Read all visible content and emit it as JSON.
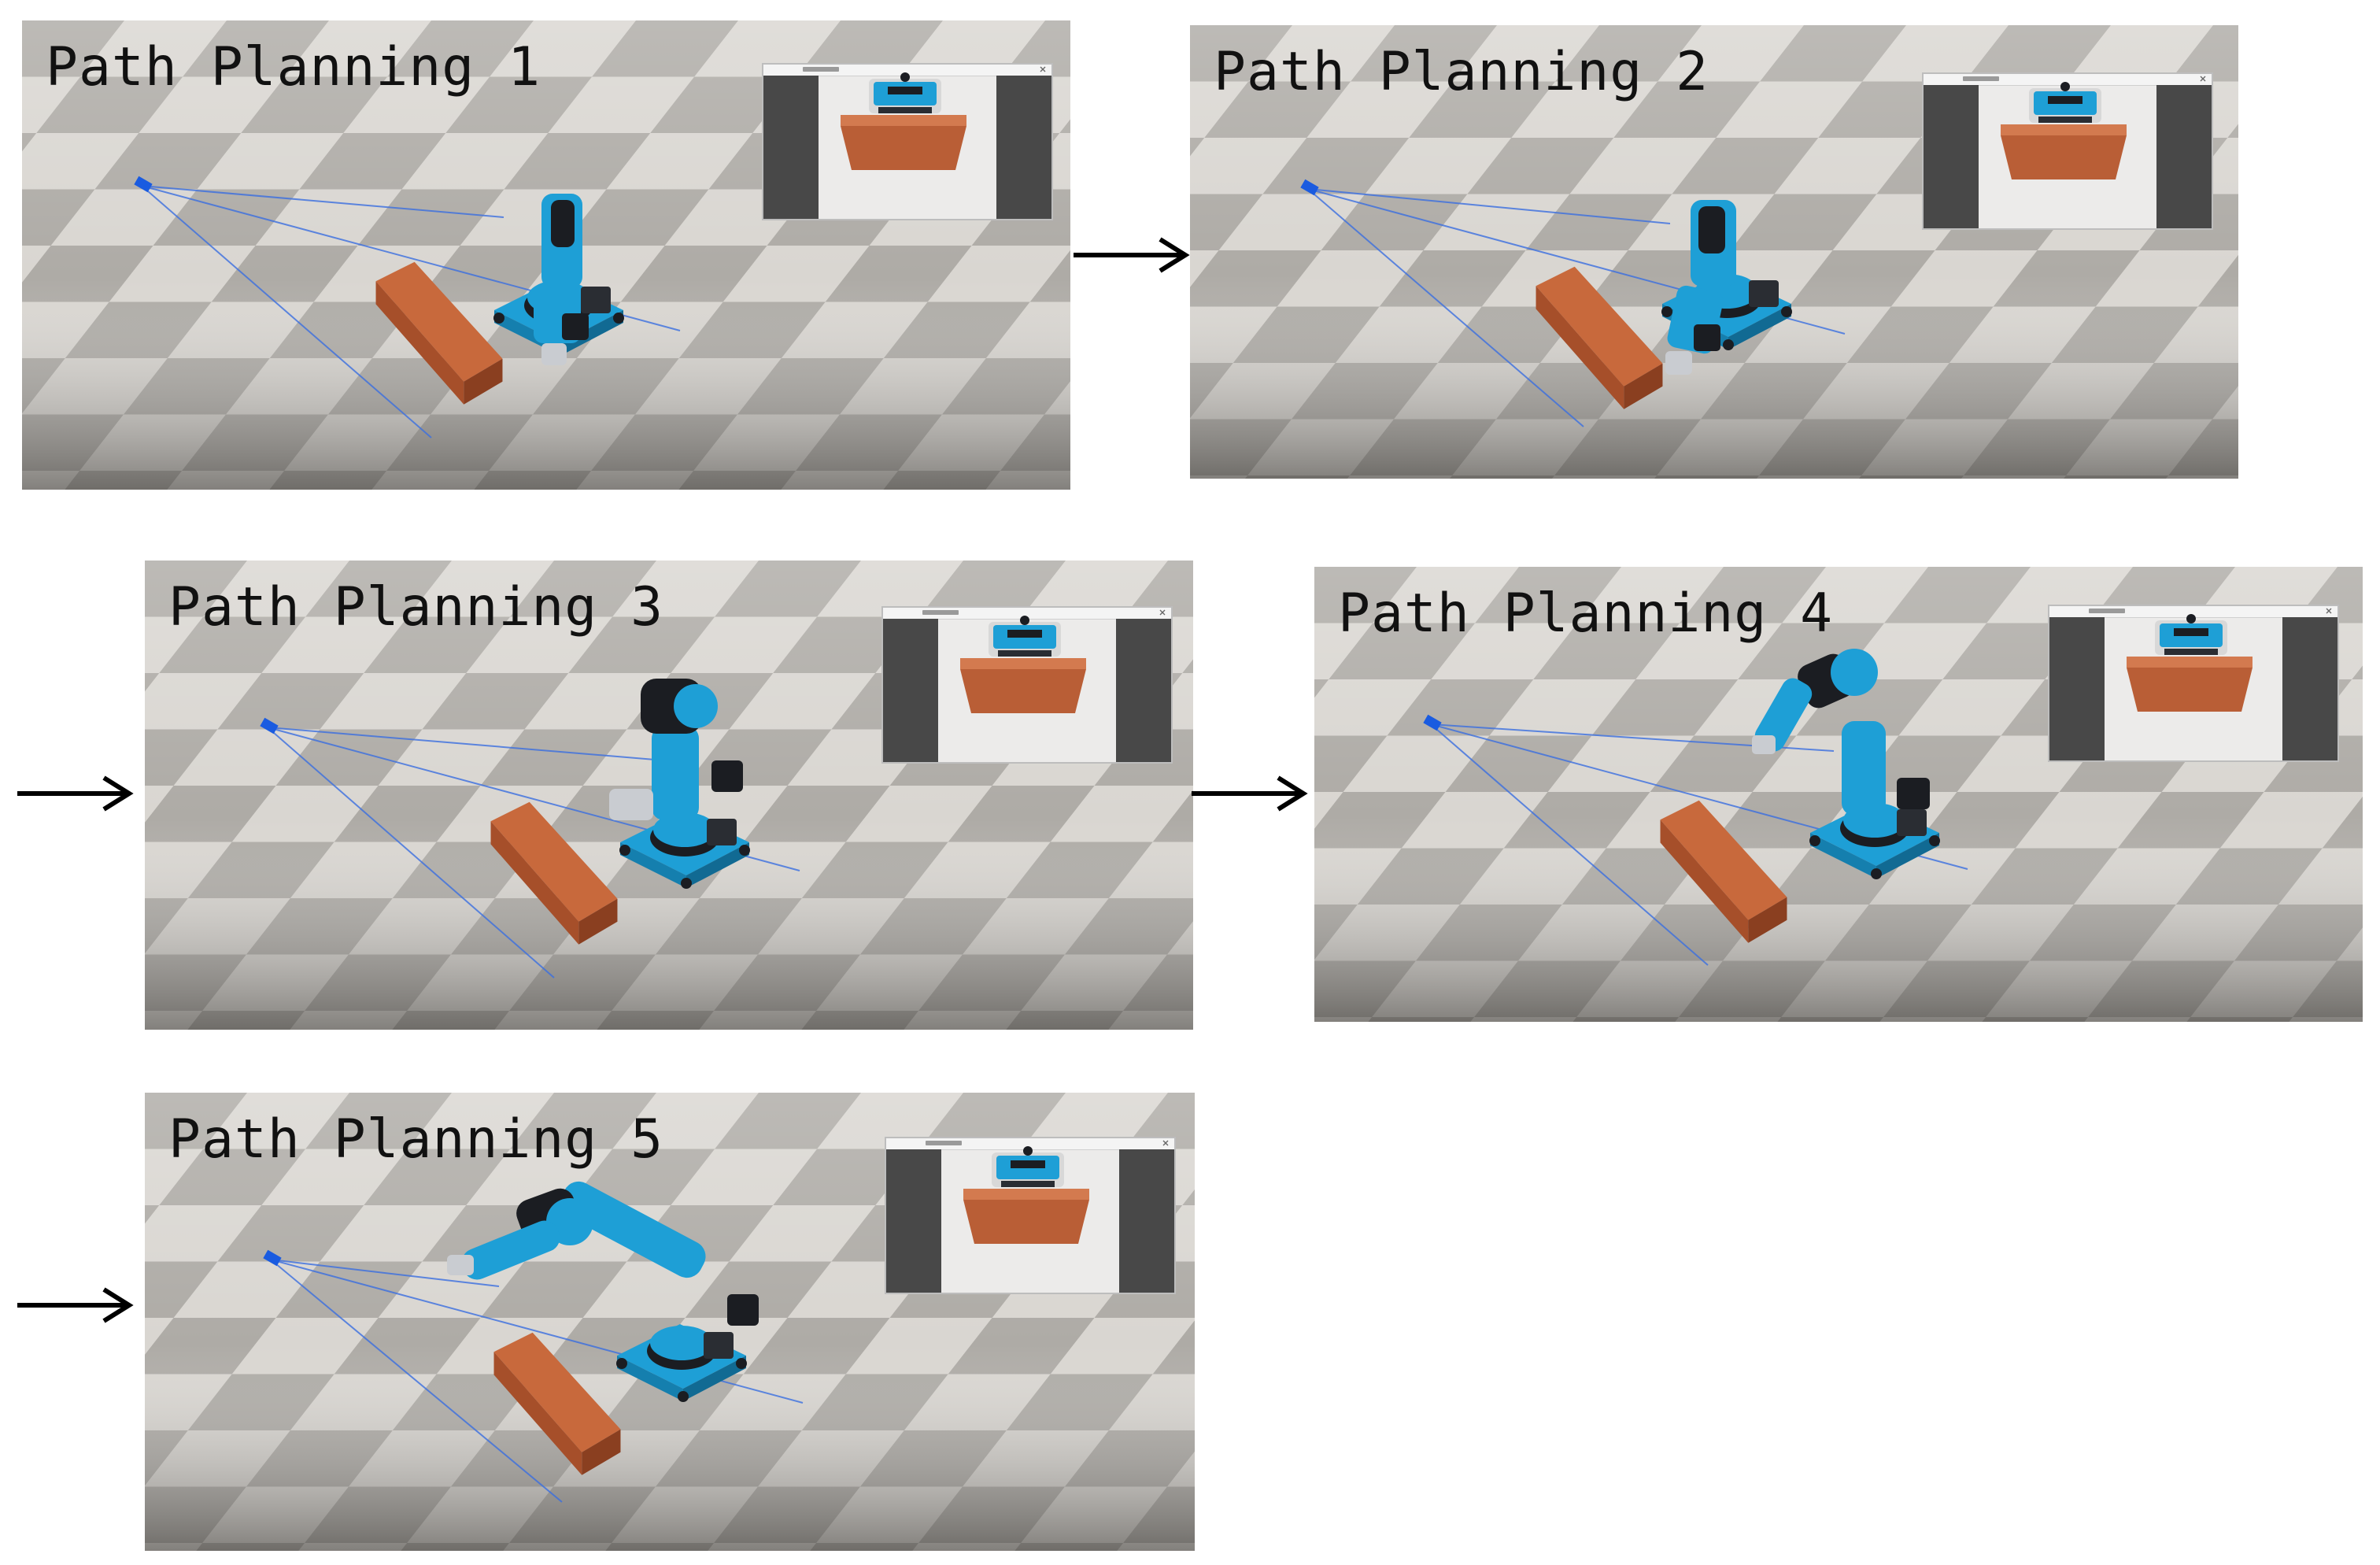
{
  "panels": [
    {
      "id": 1,
      "title": "Path Planning 1"
    },
    {
      "id": 2,
      "title": "Path Planning 2"
    },
    {
      "id": 3,
      "title": "Path Planning 3"
    },
    {
      "id": 4,
      "title": "Path Planning 4"
    },
    {
      "id": 5,
      "title": "Path Planning 5"
    }
  ],
  "arrows": [
    "panel-1-to-2",
    "panel-2-to-3",
    "panel-3-to-4",
    "panel-4-to-5"
  ],
  "colors": {
    "robot": "#1e9fd6",
    "robot_dark": "#1b1d22",
    "brick": "#b5582f",
    "floor_light": "#dedbd6",
    "floor_dark": "#a9a6a1",
    "camera_lines": "#3b6fe0",
    "inset_bars": "#484848"
  }
}
